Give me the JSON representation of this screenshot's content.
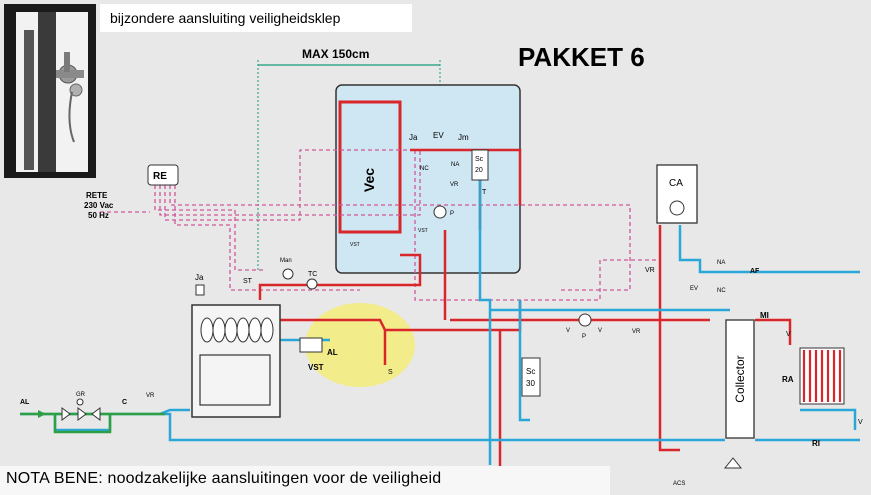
{
  "caption_top": "bijzondere aansluiting veiligheidsklep",
  "title": "PAKKET 6",
  "max_label": "MAX 150cm",
  "note_bottom": "NOTA BENE: noodzakelijke aansluitingen voor de veiligheid",
  "labels": {
    "vec": "Vec",
    "re": "RE",
    "rete_line1": "RETE",
    "rete_line2": "230 Vac",
    "rete_line3": "50 Hz",
    "ja_top": "Ja",
    "ev_top": "EV",
    "jm": "Jm",
    "nc": "NC",
    "na": "NA",
    "vr_tank": "VR",
    "p_tank": "P",
    "sc20_line1": "Sc",
    "sc20_line2": "20",
    "t_probe": "T",
    "vst_tank": "VST",
    "vst2_tank": "VST",
    "ca": "CA",
    "vr_ca": "VR",
    "na_ca": "NA",
    "nc_ca": "NC",
    "ev_ca": "EV",
    "af": "AF",
    "ja_boiler": "Ja",
    "man": "Man",
    "tc": "TC",
    "st": "ST",
    "al_vst": "AL",
    "vst_boiler": "VST",
    "s": "S",
    "al_left": "AL",
    "gr": "GR",
    "c": "C",
    "vr_left": "VR",
    "sc30_line1": "Sc",
    "sc30_line2": "30",
    "v1": "V",
    "p_pump": "P",
    "v2": "V",
    "vr_pump": "VR",
    "collector": "Collector",
    "mi": "MI",
    "v_top": "V",
    "ra": "RA",
    "v_bot": "V",
    "ri": "RI",
    "acs": "ACS"
  },
  "colors": {
    "hot": "#d8262b",
    "cold": "#2aa7d8",
    "signal": "#d0579a",
    "green": "#2ea043",
    "dim": "#1a9a7a",
    "highlight": "#f3ec8a",
    "tank_bg": "#cfe7f3"
  }
}
